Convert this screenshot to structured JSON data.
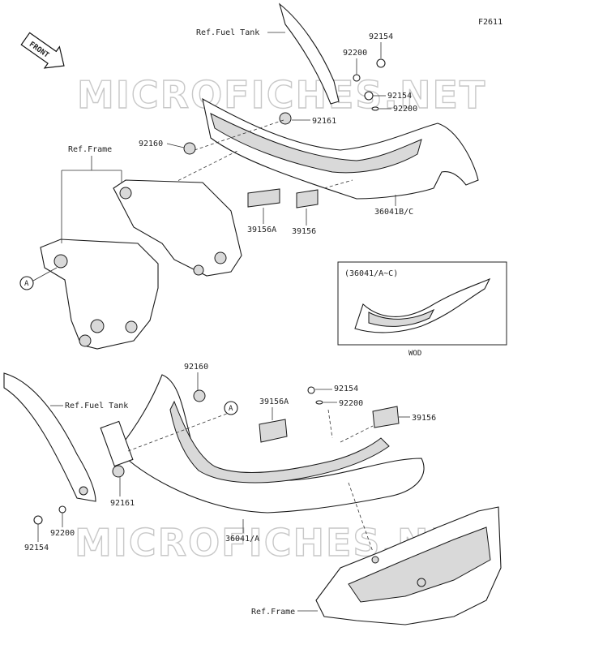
{
  "figure_code": "F2611",
  "front_arrow": "FRONT",
  "watermark": "MICROFICHES.NET",
  "inset": {
    "title": "(36041/A~C)",
    "caption": "WOD"
  },
  "callouts": {
    "ref_fuel_tank_top": "Ref.Fuel Tank",
    "ref_frame_top": "Ref.Frame",
    "ref_fuel_tank_bottom": "Ref.Fuel Tank",
    "ref_frame_bottom": "Ref.Frame",
    "circle_a_left": "A",
    "circle_a_bottom": "A",
    "p92154_top_a": "92154",
    "p92200_top_a": "92200",
    "p92154_top_b": "92154",
    "p92200_top_b": "92200",
    "p92161_top": "92161",
    "p92160_top": "92160",
    "p39156A_top": "39156A",
    "p39156_top": "39156",
    "p36041BC": "36041B/C",
    "p92160_bottom": "92160",
    "p39156A_bottom": "39156A",
    "p92154_bottom_right": "92154",
    "p92200_bottom_right": "92200",
    "p39156_bottom": "39156",
    "p92161_bottom": "92161",
    "p92200_bottom_left": "92200",
    "p92154_bottom_left": "92154",
    "p36041A": "36041/A"
  }
}
